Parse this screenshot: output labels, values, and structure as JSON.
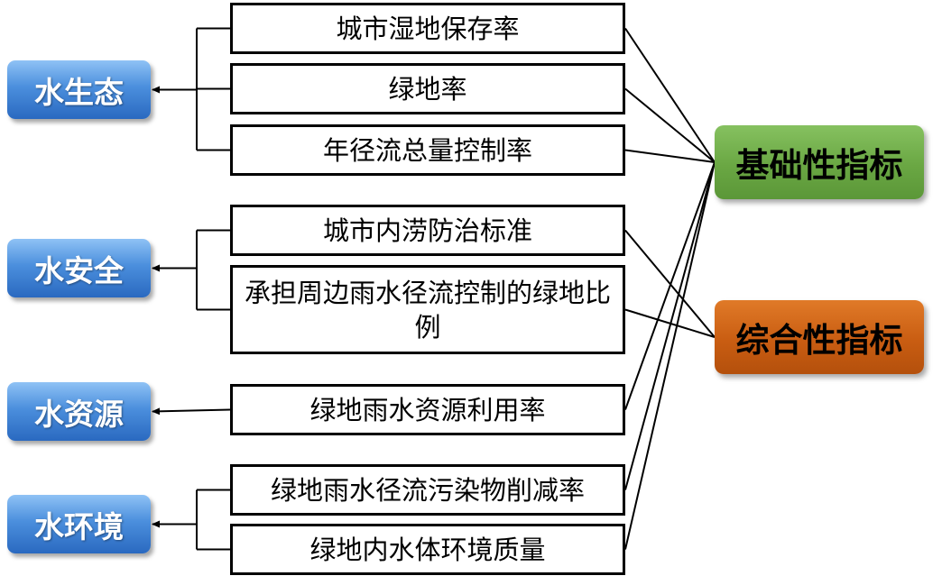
{
  "categories": [
    {
      "id": "eco",
      "label": "水生态"
    },
    {
      "id": "safety",
      "label": "水安全"
    },
    {
      "id": "resource",
      "label": "水资源"
    },
    {
      "id": "env",
      "label": "水环境"
    }
  ],
  "indicators": [
    {
      "id": "wetland",
      "label": "城市湿地保存率",
      "category": "eco",
      "type": "basic"
    },
    {
      "id": "green",
      "label": "绿地率",
      "category": "eco",
      "type": "basic"
    },
    {
      "id": "runoff",
      "label": "年径流总量控制率",
      "category": "eco",
      "type": "basic"
    },
    {
      "id": "flood",
      "label": "城市内涝防治标准",
      "category": "safety",
      "type": "comprehensive"
    },
    {
      "id": "share",
      "label": "承担周边雨水径流控制的绿地比例",
      "category": "safety",
      "type": "comprehensive"
    },
    {
      "id": "reuse",
      "label": "绿地雨水资源利用率",
      "category": "resource",
      "type": "basic"
    },
    {
      "id": "pollution",
      "label": "绿地雨水径流污染物削减率",
      "category": "env",
      "type": "basic"
    },
    {
      "id": "quality",
      "label": "绿地内水体环境质量",
      "category": "env",
      "type": "basic"
    }
  ],
  "indicator_types": {
    "basic": {
      "label": "基础性指标",
      "color": "#6aa743"
    },
    "comprehensive": {
      "label": "综合性指标",
      "color": "#c95d12"
    }
  },
  "colors": {
    "category": "#4b8fdd",
    "line": "#000000",
    "box_border": "#000000"
  }
}
